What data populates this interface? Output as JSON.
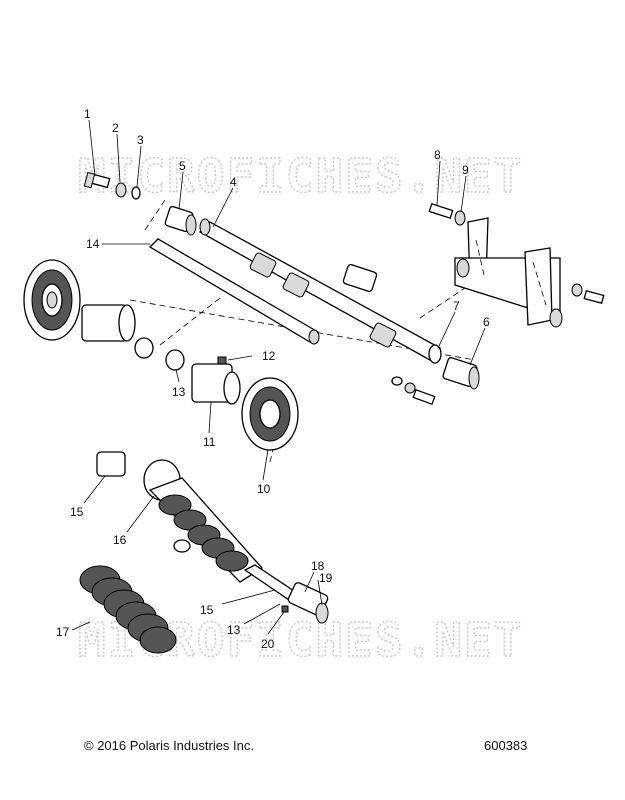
{
  "diagram": {
    "callouts": [
      "1",
      "2",
      "3",
      "4",
      "5",
      "6",
      "7",
      "8",
      "9",
      "10",
      "11",
      "12",
      "13",
      "13",
      "14",
      "15",
      "15",
      "16",
      "17",
      "18",
      "19",
      "20"
    ],
    "watermark": "MICROFICHES.NET",
    "footer": {
      "copyright": "© 2016 Polaris Industries Inc.",
      "drawing_number": "600383"
    }
  }
}
